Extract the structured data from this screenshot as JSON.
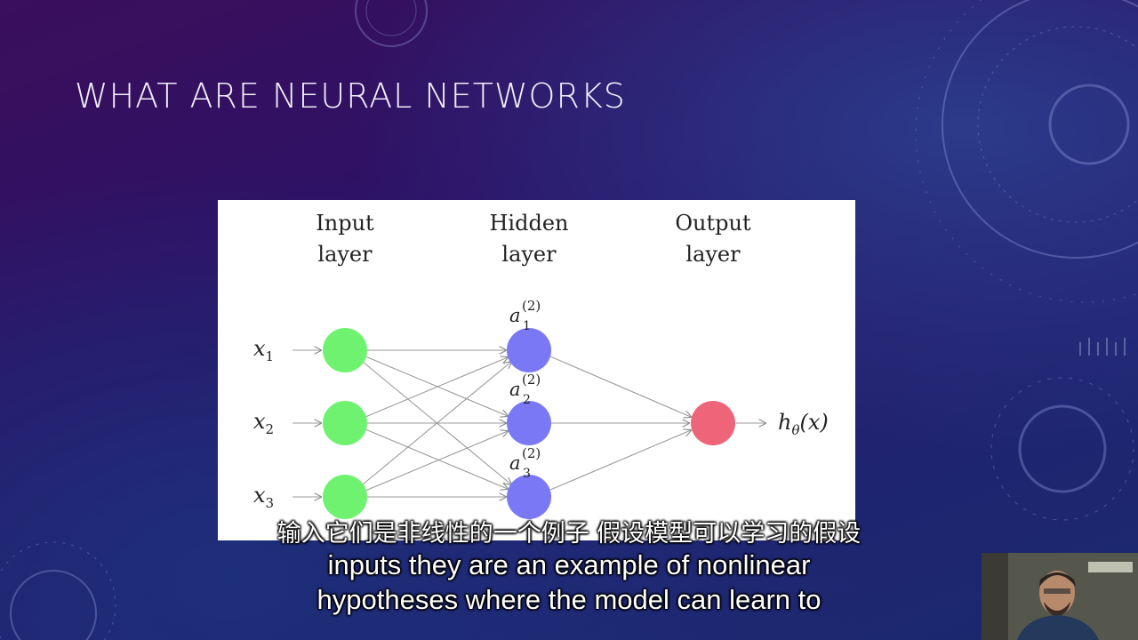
{
  "slide": {
    "title": "WHAT ARE NEURAL NETWORKS"
  },
  "network": {
    "layer_labels": [
      {
        "line1": "Input",
        "line2": "layer"
      },
      {
        "line1": "Hidden",
        "line2": "layer"
      },
      {
        "line1": "Output",
        "line2": "layer"
      }
    ],
    "inputs": [
      "x",
      "x",
      "x"
    ],
    "input_subscripts": [
      "1",
      "2",
      "3"
    ],
    "hidden_labels": [
      "a",
      "a",
      "a"
    ],
    "hidden_subscripts": [
      "1",
      "2",
      "3"
    ],
    "hidden_superscript": "(2)",
    "output_label_h": "h",
    "output_label_theta": "θ",
    "output_label_arg": "(x)",
    "colors": {
      "input_node": "#6ff26f",
      "hidden_node": "#7b78f5",
      "output_node": "#ee6478",
      "edge": "#9a9a9a"
    }
  },
  "subtitles": {
    "chinese": "输入它们是非线性的一个例子 假设模型可以学习的假设",
    "english_line1": "inputs they are an example of nonlinear",
    "english_line2": "hypotheses where the model can learn to"
  },
  "icons": {
    "webcam": "presenter-webcam"
  }
}
